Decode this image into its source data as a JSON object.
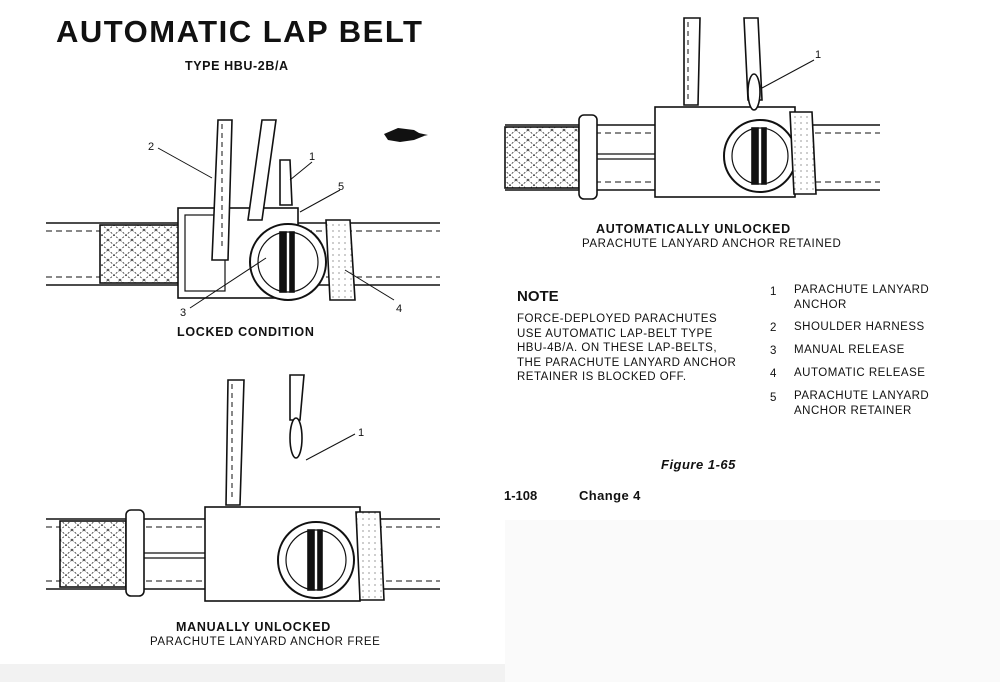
{
  "title": "AUTOMATIC LAP BELT",
  "subtitle": "TYPE HBU-2B/A",
  "views": {
    "locked": {
      "caption": "LOCKED CONDITION",
      "callouts": [
        "1",
        "2",
        "3",
        "4",
        "5"
      ]
    },
    "manual": {
      "caption": "MANUALLY UNLOCKED",
      "subcaption": "PARACHUTE LANYARD ANCHOR FREE",
      "callouts": [
        "1"
      ]
    },
    "auto": {
      "caption": "AUTOMATICALLY UNLOCKED",
      "subcaption": "PARACHUTE LANYARD ANCHOR RETAINED",
      "callouts": [
        "1"
      ]
    }
  },
  "note": {
    "heading": "NOTE",
    "text": "FORCE-DEPLOYED PARACHUTES\nUSE AUTOMATIC LAP-BELT TYPE\nHBU-4B/A.  ON THESE LAP-BELTS,\nTHE PARACHUTE LANYARD ANCHOR\nRETAINER IS BLOCKED OFF."
  },
  "legend": [
    {
      "num": "1",
      "text": "PARACHUTE LANYARD\nANCHOR"
    },
    {
      "num": "2",
      "text": "SHOULDER HARNESS"
    },
    {
      "num": "3",
      "text": "MANUAL RELEASE"
    },
    {
      "num": "4",
      "text": "AUTOMATIC RELEASE"
    },
    {
      "num": "5",
      "text": "PARACHUTE LANYARD\nANCHOR RETAINER"
    }
  ],
  "figure_label": "Figure 1-65",
  "page_number": "1-108",
  "change": "Change 4",
  "icons": {
    "pointing-hand": "pointing-hand-icon"
  }
}
